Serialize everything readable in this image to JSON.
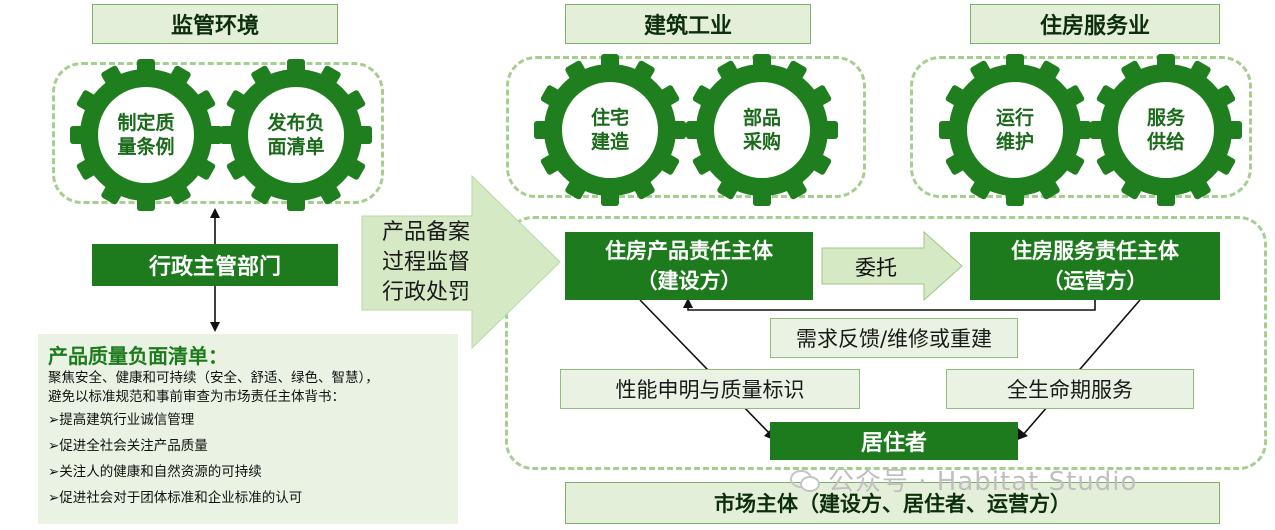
{
  "headers": {
    "regulation": "监管环境",
    "construction": "建筑工业",
    "housing_service": "住房服务业"
  },
  "gears": {
    "quality_rules": "制定质\n量条例",
    "negative_list": "发布负\n面清单",
    "residential_build": "住宅\n建造",
    "parts_purchase": "部品\n采购",
    "operation_maintenance": "运行\n维护",
    "service_supply": "服务\n供给"
  },
  "admin_department": "行政主管部门",
  "big_arrow_text": [
    "产品备案",
    "过程监督",
    "行政处罚"
  ],
  "product_owner": {
    "line1": "住房产品责任主体",
    "line2": "（建设方）"
  },
  "service_owner": {
    "line1": "住房服务责任主体",
    "line2": "（运营方）"
  },
  "entrust": "委托",
  "feedback": "需求反馈/维修或重建",
  "performance": "性能申明与质量标识",
  "lifecycle": "全生命期服务",
  "resident": "居住者",
  "market_subjects": "市场主体（建设方、居住者、运营方）",
  "negative_panel": {
    "title": "产品质量负面清单：",
    "desc1": "聚焦安全、健康和可持续（安全、舒适、绿色、智慧），",
    "desc2": "避免以标准规范和事前审查为市场责任主体背书：",
    "items": [
      "➢提高建筑行业诚信管理",
      "➢促进全社会关注产品质量",
      "➢关注人的健康和自然资源的可持续",
      "➢促进社会对于团体标准和企业标准的认可"
    ]
  },
  "watermark": "公众号 · Habitat Studio",
  "colors": {
    "dark_green": "#1d7a1d",
    "gear_green": "#1f7f1f",
    "light_green": "#eaf3e3",
    "dashed_border": "#a5cf8e"
  }
}
